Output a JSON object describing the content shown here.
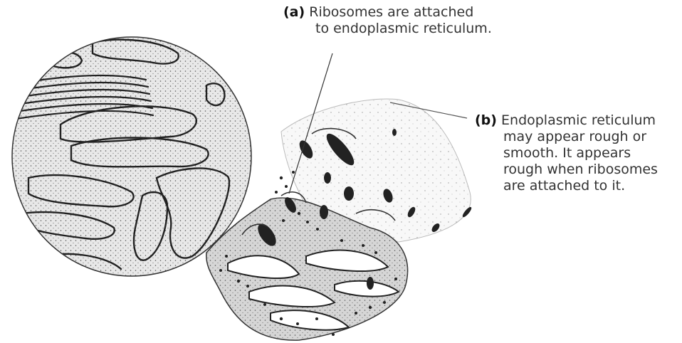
{
  "labels": [
    {
      "letter": "(a)",
      "lines": [
        "Ribosomes are attached",
        "to endoplasmic reticulum."
      ]
    },
    {
      "letter": "(b)",
      "lines": [
        "Endoplasmic reticulum",
        "may appear rough or",
        "smooth. It appears",
        "rough when ribosomes",
        "are attached to it."
      ]
    }
  ],
  "colors": {
    "ink": "#222222",
    "text": "#333333",
    "background": "#ffffff"
  }
}
